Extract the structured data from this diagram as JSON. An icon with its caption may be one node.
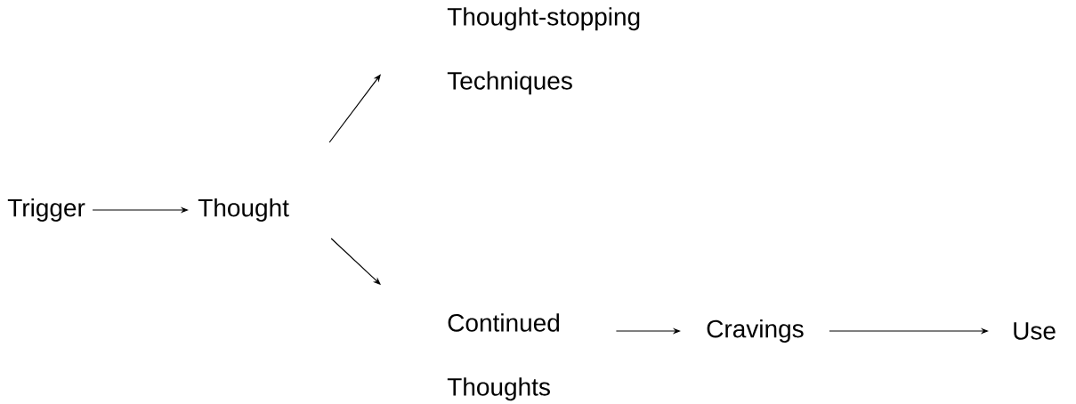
{
  "diagram": {
    "nodes": [
      {
        "text": [
          "Trigger"
        ]
      },
      {
        "text": [
          "Thought"
        ]
      },
      {
        "text": [
          "Thought-stopping Techniques"
        ]
      },
      {
        "text": [
          "Continued Thoughts"
        ]
      },
      {
        "text": [
          "Cravings"
        ]
      },
      {
        "text": [
          "Use"
        ]
      }
    ],
    "edges": [
      {
        "from": 0,
        "to": 1,
        "arrow": "to"
      },
      {
        "from": 1,
        "to": 2,
        "arrow": "to"
      },
      {
        "from": 1,
        "to": 3,
        "arrow": "to"
      },
      {
        "from": 3,
        "to": 4,
        "arrow": "to"
      },
      {
        "from": 4,
        "to": 5,
        "arrow": "to"
      }
    ]
  }
}
